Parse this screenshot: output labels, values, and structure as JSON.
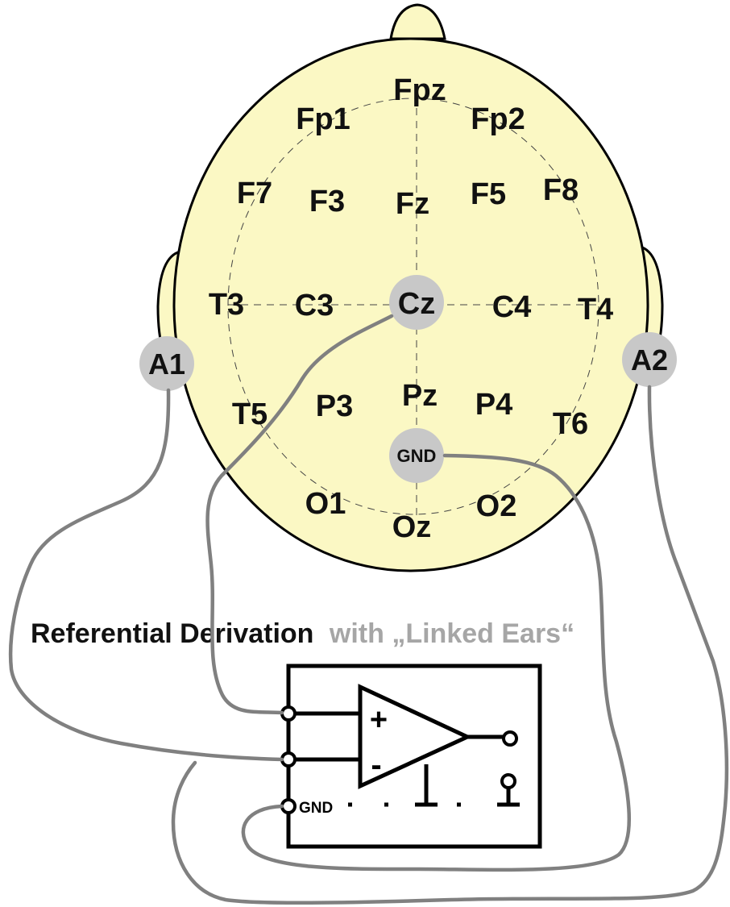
{
  "title": {
    "main": "Referential Derivation",
    "sub": "with „Linked Ears“"
  },
  "colors": {
    "scalp": "#fbf8c4",
    "outline": "#000000",
    "electrode_fill": "#c8c8c8",
    "wire": "#808080",
    "title_main": "#111111",
    "title_sub": "#a6a6a6"
  },
  "electrodes": {
    "fpz": "Fpz",
    "fp1": "Fp1",
    "fp2": "Fp2",
    "f7": "F7",
    "f3": "F3",
    "fz": "Fz",
    "f5": "F5",
    "f8": "F8",
    "t3": "T3",
    "c3": "C3",
    "cz": "Cz",
    "c4": "C4",
    "t4": "T4",
    "t5": "T5",
    "p3": "P3",
    "pz": "Pz",
    "p4": "P4",
    "t6": "T6",
    "o1": "O1",
    "oz": "Oz",
    "o2": "O2"
  },
  "references": {
    "a1": "A1",
    "a2": "A2",
    "gnd": "GND"
  },
  "amplifier": {
    "plus": "+",
    "minus": "-",
    "gnd": "GND"
  }
}
